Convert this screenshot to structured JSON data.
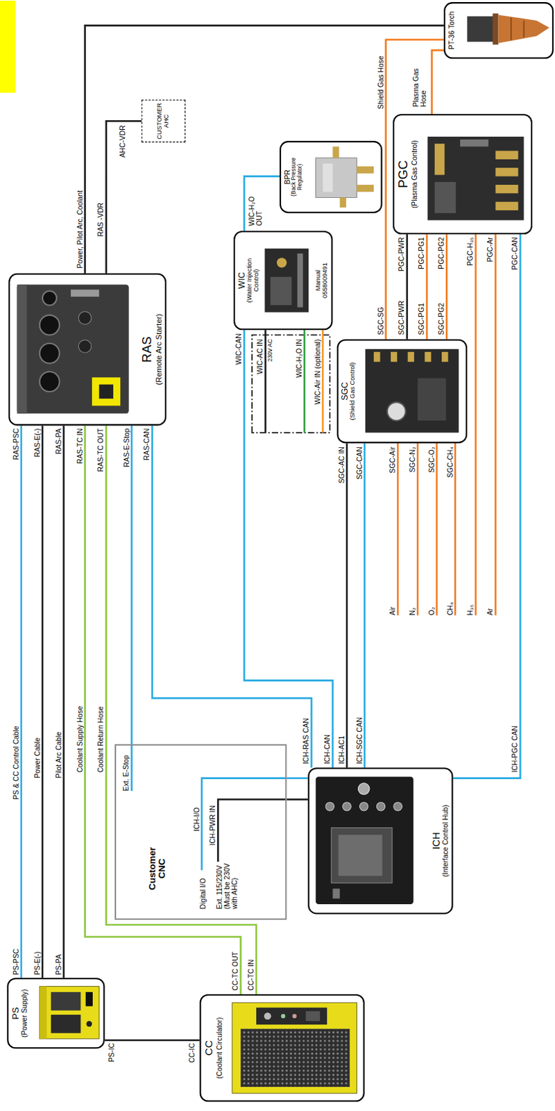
{
  "diagram": {
    "nodes": [
      {
        "text": [
          "PS",
          "(Power Supply)"
        ]
      },
      {
        "text": [
          "CC",
          "(Coolant Circulator)"
        ]
      },
      {
        "text": [
          "Ext. E-Stop",
          "Customer CNC",
          "Digital I/O",
          "Ext. 115/230V (Must be 230V with AHC)"
        ]
      },
      {
        "text": [
          "ICH",
          "(Interface Control Hub)"
        ]
      },
      {
        "text": [
          "RAS",
          "(Remote Arc Starter)"
        ]
      },
      {
        "text": [
          "SGC",
          "(Shield Gas Control)"
        ]
      },
      {
        "text": [
          "WIC",
          "(Water Injection Control)",
          "Manual 0558009491"
        ]
      },
      {
        "text": [
          "BPR",
          "(Back Pressure Regulator)"
        ]
      },
      {
        "text": [
          "CUSTOMER AHC"
        ]
      },
      {
        "text": [
          "PGC",
          "(Plasma Gas Control)"
        ]
      },
      {
        "text": [
          "PT-36 Torch"
        ]
      }
    ],
    "edges": [
      {
        "from": 0,
        "to": 4,
        "arrow": "none",
        "label": "PS & CC Control Cable"
      },
      {
        "from": 0,
        "to": 4,
        "arrow": "none",
        "label": "Power Cable"
      },
      {
        "from": 0,
        "to": 4,
        "arrow": "none",
        "label": "Pilot Arc Cable"
      },
      {
        "from": 0,
        "to": 1,
        "arrow": "none"
      },
      {
        "from": 1,
        "to": 4,
        "arrow": "none",
        "label": "Coolant Supply Hose"
      },
      {
        "from": 4,
        "to": 1,
        "arrow": "none",
        "label": "Coolant Return Hose"
      },
      {
        "from": 4,
        "to": 2,
        "arrow": "none"
      },
      {
        "from": 4,
        "to": 3,
        "arrow": "none"
      },
      {
        "from": 2,
        "to": 3,
        "arrow": "none"
      },
      {
        "from": 2,
        "to": 3,
        "arrow": "none"
      },
      {
        "from": 3,
        "to": 6,
        "arrow": "none"
      },
      {
        "from": 3,
        "to": 5,
        "arrow": "none"
      },
      {
        "from": 3,
        "to": 5,
        "arrow": "none"
      },
      {
        "from": 3,
        "to": 9,
        "arrow": "none"
      },
      {
        "from": 6,
        "to": 7,
        "arrow": "none"
      },
      {
        "from": 4,
        "to": 8,
        "arrow": "none"
      },
      {
        "from": 4,
        "to": 10,
        "arrow": "none",
        "label": "Power, Pilot Arc, Coolant"
      },
      {
        "from": 5,
        "to": 9,
        "arrow": "none"
      },
      {
        "from": 5,
        "to": 9,
        "arrow": "none"
      },
      {
        "from": 5,
        "to": 9,
        "arrow": "none"
      },
      {
        "from": 5,
        "to": 10,
        "arrow": "none",
        "label": "Shield Gas Hose"
      },
      {
        "from": 9,
        "to": 10,
        "arrow": "none",
        "label": "Plasma Gas Hose"
      }
    ],
    "labels": [
      "PS-PSC",
      "PS-E(-)",
      "PS-PA",
      "RAS-PSC",
      "RAS-E(-)",
      "RAS-PA",
      "RAS-TC IN",
      "RAS-TC OUT",
      "RAS-E-Stop",
      "RAS-CAN",
      "CC-TC OUT",
      "CC-TC IN",
      "PS-IC",
      "CC-IC",
      "ICH-I/O",
      "ICH-PWR IN",
      "ICH-RAS CAN",
      "ICH-CAN",
      "ICH-AC1",
      "ICH-SGC CAN",
      "ICH-PGC CAN",
      "WIC-CAN",
      "SGC-AC IN",
      "SGC-CAN",
      "WIC-AC IN",
      "230V AC",
      "WIC-H₂O IN",
      "WIC-Air IN (optional)",
      "WIC-H₂O OUT",
      "SGC-SG",
      "SGC-PWR",
      "SGC-PG1",
      "SGC-PG2",
      "PGC-PWR",
      "PGC-PG1",
      "PGC-PG2",
      "PGC-H₃₅",
      "PGC-Ar",
      "PGC-CAN",
      "SGC-Air",
      "SGC-N₂",
      "SGC-O₂",
      "SGC-CH₄",
      "Air",
      "N₂",
      "O₂",
      "CH₄",
      "H₃₅",
      "Ar",
      "RAS -VDR",
      "AHC-VDR"
    ]
  }
}
